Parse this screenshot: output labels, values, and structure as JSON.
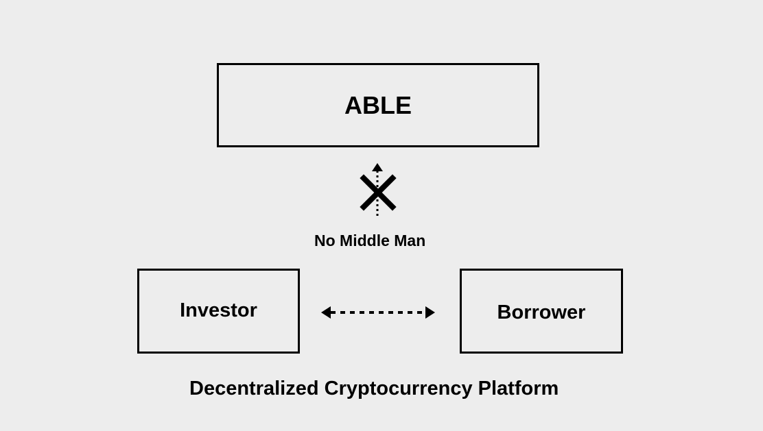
{
  "diagram": {
    "top_box_label": "ABLE",
    "middle_label": "No Middle Man",
    "left_box_label": "Investor",
    "right_box_label": "Borrower",
    "footer_label": "Decentralized Cryptocurrency Platform"
  },
  "icons": {
    "blocked_connection": "x-cross-icon",
    "up_arrow": "dotted-up-arrow-icon",
    "two_way_arrow": "dotted-bidirectional-arrow-icon"
  },
  "colors": {
    "background": "#ededed",
    "stroke": "#000000"
  }
}
